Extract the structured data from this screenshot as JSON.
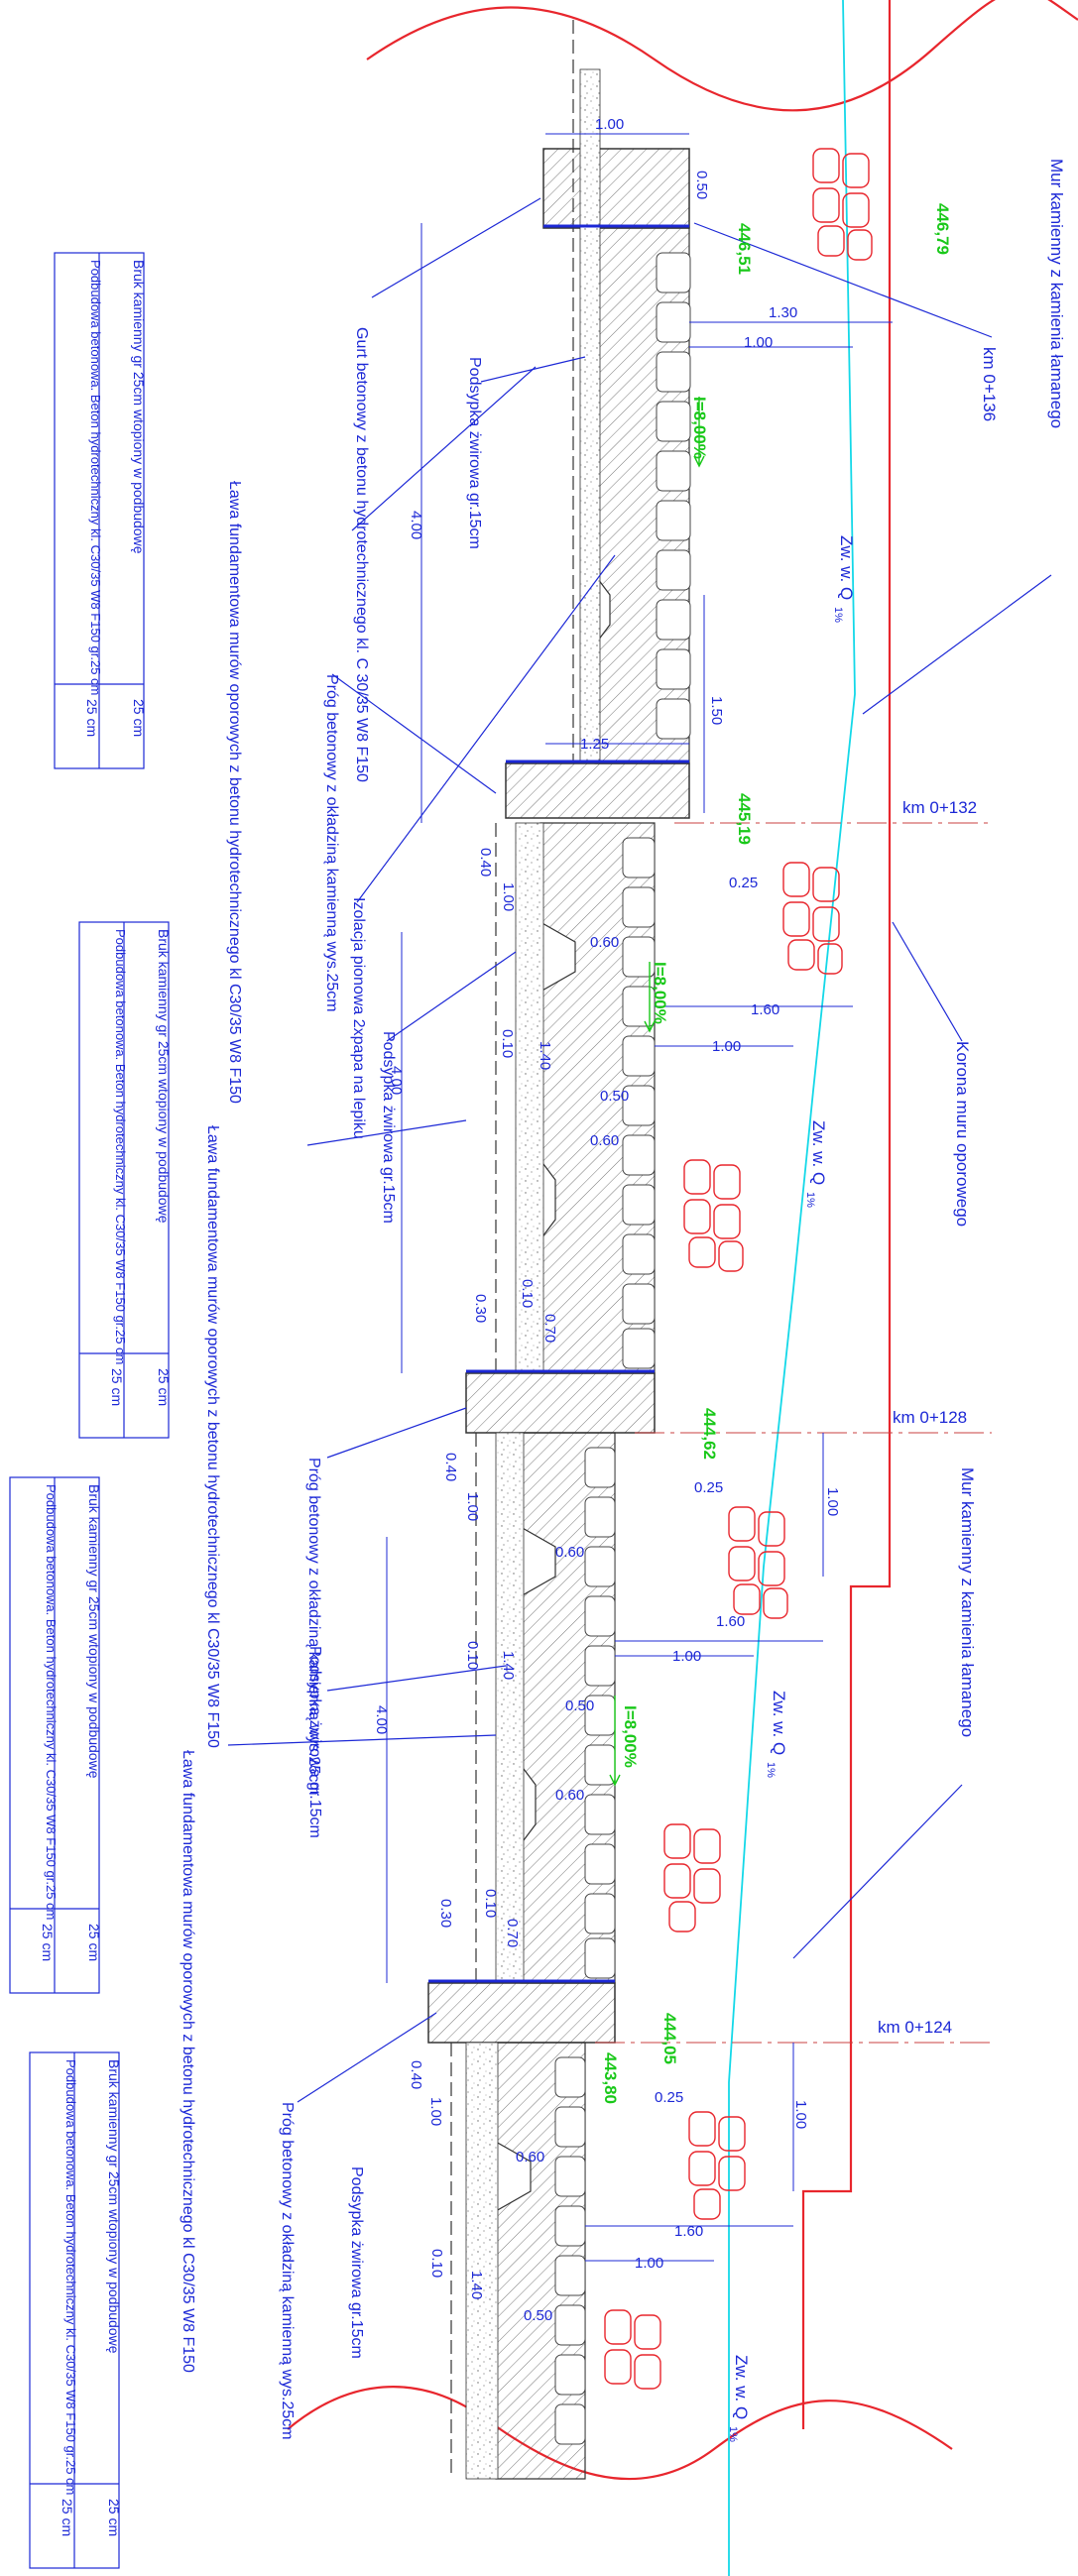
{
  "colors": {
    "river_bank": "#e8262d",
    "water_line": "#14d8e8",
    "annotation": "#1c28d6",
    "elevation": "#19c819",
    "stone": "#e8262d",
    "wall": "#444444"
  },
  "labels": {
    "mur_top": "Mur kamienny z kamienia łamanego",
    "mur_bottom": "Mur kamienny z kamienia łamanego",
    "korona": "Korona muru oporowego",
    "km_136": "km 0+136",
    "km_132": "km 0+132",
    "km_128": "km 0+128",
    "km_124": "km 0+124",
    "zw_1": "Zw. w. Q",
    "zw_2": "Zw. w. Q",
    "zw_3": "Zw. w. Q",
    "zw_4": "Zw. w. Q",
    "zw_sub": "1%",
    "gurt": "Gurt betonowy z betonu hydrotechnicznego kl. C 30/35 W8 F150",
    "podsypka_1": "Podsypka żwirowa gr.15cm",
    "podsypka_2": "Podsypka żwirowa gr.15cm",
    "podsypka_3": "Podsypka żwirowa gr.15cm",
    "podsypka_4": "Podsypka żwirowa gr.15cm",
    "lawa_1": "Ława fundamentowa murów oporowych z betonu hydrotechnicznego kl C30/35 W8 F150",
    "lawa_2": "Ława fundamentowa murów oporowych z betonu hydrotechnicznego kl C30/35 W8 F150",
    "lawa_3": "Ława fundamentowa murów oporowych z betonu hydrotechnicznego kl C30/35 W8 F150",
    "prog_1": "Próg betonowy z okładziną kamienną wys.25cm",
    "prog_2": "Próg betonowy z okładziną kamienną wys.25cm",
    "prog_3": "Próg betonowy z okładziną kamienną wys.25cm",
    "izolacja": "Izolacja pionowa 2xpapa na lepiku",
    "slope": "I=8,00%"
  },
  "elevations": {
    "e1": "446,79",
    "e2": "446,51",
    "e3": "445,19",
    "e4": "444,62",
    "e5": "444,05",
    "e6": "443,80"
  },
  "dimensions": {
    "d100": "1.00",
    "d050": "0.50",
    "d130": "1.30",
    "d400": "4.00",
    "d150": "1.50",
    "d125": "1.25",
    "d025": "0.25",
    "d040": "0.40",
    "d060": "0.60",
    "d160": "1.60",
    "d010": "0.10",
    "d140": "1.40",
    "d030": "0.30",
    "d070": "0.70"
  },
  "legend_tables": [
    {
      "row1": "Bruk kamienny gr 25cm wtopiony w podbudowę",
      "row2": "Podbudowa betonowa. Beton hydrotechniczny kl. C30/35 W8 F150 gr.25 cm",
      "val1": "25 cm",
      "val2": "25 cm"
    },
    {
      "row1": "Bruk kamienny gr 25cm wtopiony w podbudowę",
      "row2": "Podbudowa betonowa. Beton hydrotechniczny kl. C30/35 W8 F150 gr.25 cm",
      "val1": "25 cm",
      "val2": "25 cm"
    },
    {
      "row1": "Bruk kamienny gr 25cm wtopiony w podbudowę",
      "row2": "Podbudowa betonowa. Beton hydrotechniczny kl. C30/35 W8 F150 gr.25 cm",
      "val1": "25 cm",
      "val2": "25 cm"
    },
    {
      "row1": "Bruk kamienny gr 25cm wtopiony w podbudowę",
      "row2": "Podbudowa betonowa. Beton hydrotechniczny kl. C30/35 W8 F150 gr.25 cm",
      "val1": "25 cm",
      "val2": "25 cm"
    }
  ]
}
